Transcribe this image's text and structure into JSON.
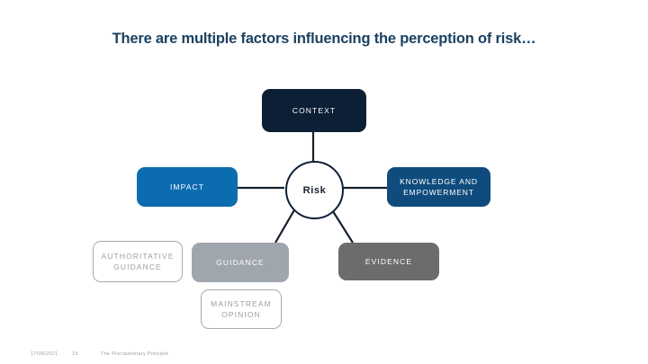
{
  "slide": {
    "title": "There are multiple factors influencing the perception of risk…",
    "title_color": "#1b4161",
    "background": "#ffffff"
  },
  "diagram": {
    "type": "hub-and-spoke",
    "center": {
      "label": "Risk",
      "shape": "circle",
      "fill": "#ffffff",
      "stroke": "#0c1f35",
      "text_color": "#17232e"
    },
    "nodes": [
      {
        "id": "context",
        "label": "CONTEXT",
        "fill": "#0c1f35",
        "text_color": "#ffffff",
        "style": "filled",
        "position": "top"
      },
      {
        "id": "impact",
        "label": "IMPACT",
        "fill": "#0c6cb0",
        "text_color": "#ffffff",
        "style": "filled",
        "position": "left"
      },
      {
        "id": "knowledge",
        "label": "KNOWLEDGE AND\nEMPOWERMENT",
        "fill": "#0f4c7d",
        "text_color": "#ffffff",
        "style": "filled",
        "position": "right"
      },
      {
        "id": "guidance",
        "label": "GUIDANCE",
        "fill": "#a0a6ad",
        "text_color": "#ffffff",
        "style": "filled",
        "position": "bottom-left"
      },
      {
        "id": "evidence",
        "label": "EVIDENCE",
        "fill": "#6b6d6c",
        "text_color": "#ffffff",
        "style": "filled",
        "position": "bottom-right"
      },
      {
        "id": "authoritative-guidance",
        "label": "AUTHORITATIVE\nGUIDANCE",
        "fill": "#ffffff",
        "border_color": "#a6abb0",
        "text_color": "#9aa0a6",
        "style": "outlined",
        "position": "far-bottom-left"
      },
      {
        "id": "mainstream-opinion",
        "label": "MAINSTREAM\nOPINION",
        "fill": "#ffffff",
        "border_color": "#a6abb0",
        "text_color": "#9aa0a6",
        "style": "outlined",
        "position": "bottom"
      }
    ],
    "connectors": [
      {
        "from": "risk",
        "to": "context",
        "kind": "straight"
      },
      {
        "from": "risk",
        "to": "impact",
        "kind": "straight"
      },
      {
        "from": "risk",
        "to": "knowledge",
        "kind": "straight"
      },
      {
        "from": "risk",
        "to": "guidance",
        "kind": "diagonal"
      },
      {
        "from": "risk",
        "to": "evidence",
        "kind": "diagonal"
      }
    ],
    "connector_color": "#15212d"
  },
  "footer": {
    "date": "17/06/2021",
    "page_number": "15",
    "note": "The Precautionary Principle",
    "text_color": "#9aa0a6"
  }
}
